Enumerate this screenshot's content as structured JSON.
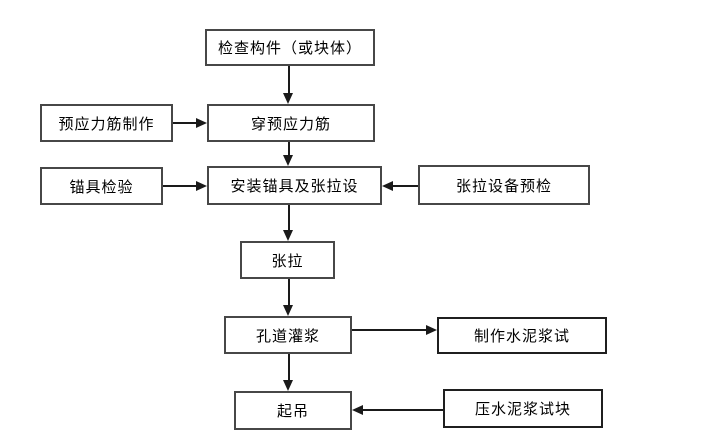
{
  "diagram": {
    "type": "flowchart",
    "colors": {
      "background": "#ffffff",
      "box_fill": "#ffffff",
      "box_border": "#474747",
      "arrow": "#1a1a1a",
      "text": "#000000"
    },
    "nodes": {
      "check_component": {
        "label": "检查构件（或块体）"
      },
      "tendon_fabrication": {
        "label": "预应力筋制作"
      },
      "thread_tendon": {
        "label": "穿预应力筋"
      },
      "anchorage_inspection": {
        "label": "锚具检验"
      },
      "install_anchorage": {
        "label": "安装锚具及张拉设"
      },
      "equipment_precheck": {
        "label": "张拉设备预检"
      },
      "tensioning": {
        "label": "张拉"
      },
      "duct_grouting": {
        "label": "孔道灌浆"
      },
      "make_cement_test": {
        "label": "制作水泥浆试"
      },
      "hoisting": {
        "label": "起吊"
      },
      "press_cement_block": {
        "label": "压水泥浆试块"
      }
    },
    "edges": [
      {
        "from": "check_component",
        "to": "thread_tendon",
        "direction": "down"
      },
      {
        "from": "tendon_fabrication",
        "to": "thread_tendon",
        "direction": "right"
      },
      {
        "from": "thread_tendon",
        "to": "install_anchorage",
        "direction": "down"
      },
      {
        "from": "anchorage_inspection",
        "to": "install_anchorage",
        "direction": "right"
      },
      {
        "from": "equipment_precheck",
        "to": "install_anchorage",
        "direction": "left"
      },
      {
        "from": "install_anchorage",
        "to": "tensioning",
        "direction": "down"
      },
      {
        "from": "tensioning",
        "to": "duct_grouting",
        "direction": "down"
      },
      {
        "from": "duct_grouting",
        "to": "make_cement_test",
        "direction": "right"
      },
      {
        "from": "duct_grouting",
        "to": "hoisting",
        "direction": "down"
      },
      {
        "from": "press_cement_block",
        "to": "hoisting",
        "direction": "left"
      }
    ]
  }
}
